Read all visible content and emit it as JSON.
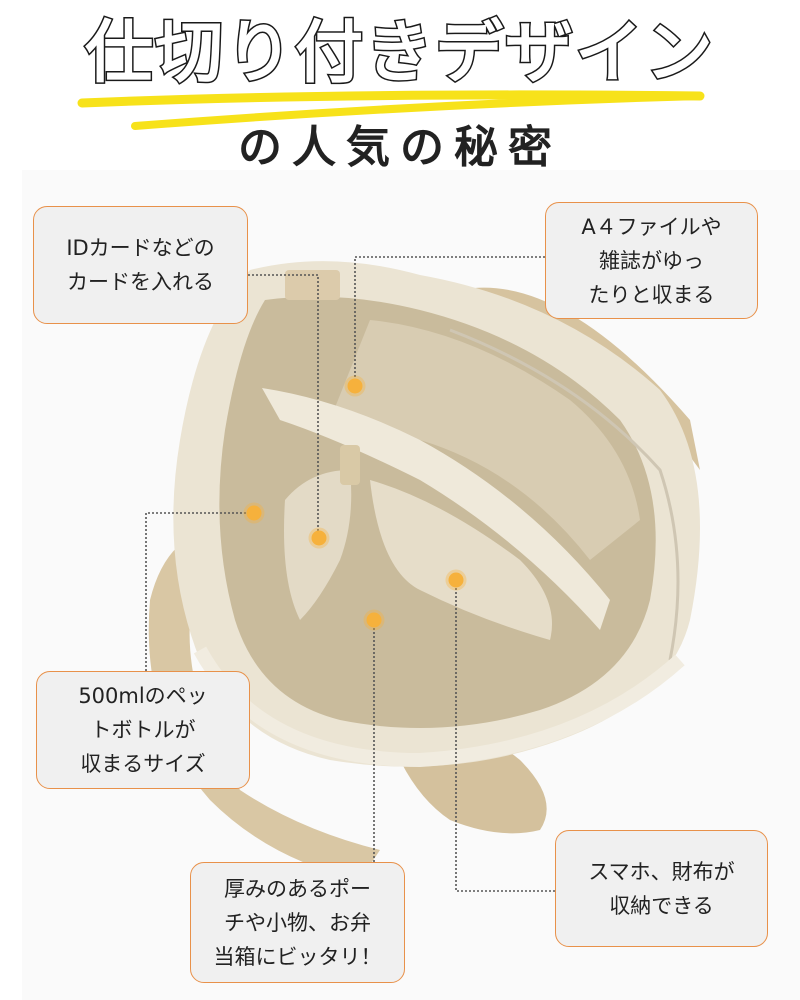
{
  "header": {
    "title": "仕切り付きデザイン",
    "subtitle": "の人気の秘密",
    "highlight_color": "#f7e21a"
  },
  "colors": {
    "callout_border": "#e8914a",
    "callout_fill": "#f0f0f0",
    "dot": "#f6b13c",
    "text": "#222222"
  },
  "callouts": [
    {
      "id": "id-card",
      "lines": [
        "IDカードなどの",
        "カードを入れる"
      ]
    },
    {
      "id": "a4-file",
      "lines": [
        "A４ファイルや",
        "雑誌がゆっ",
        "たりと収まる"
      ]
    },
    {
      "id": "pet-bottle",
      "lines": [
        "500mlのペッ",
        "トボトルが",
        "収まるサイズ"
      ]
    },
    {
      "id": "pouch",
      "lines": [
        "厚みのあるポー",
        "チや小物、お弁",
        "当箱にビッタリ！"
      ]
    },
    {
      "id": "smartphone",
      "lines": [
        "スマホ、財布が",
        "収納できる"
      ]
    }
  ],
  "image": {
    "subject": "tote-bag-top-view-with-dividers"
  }
}
